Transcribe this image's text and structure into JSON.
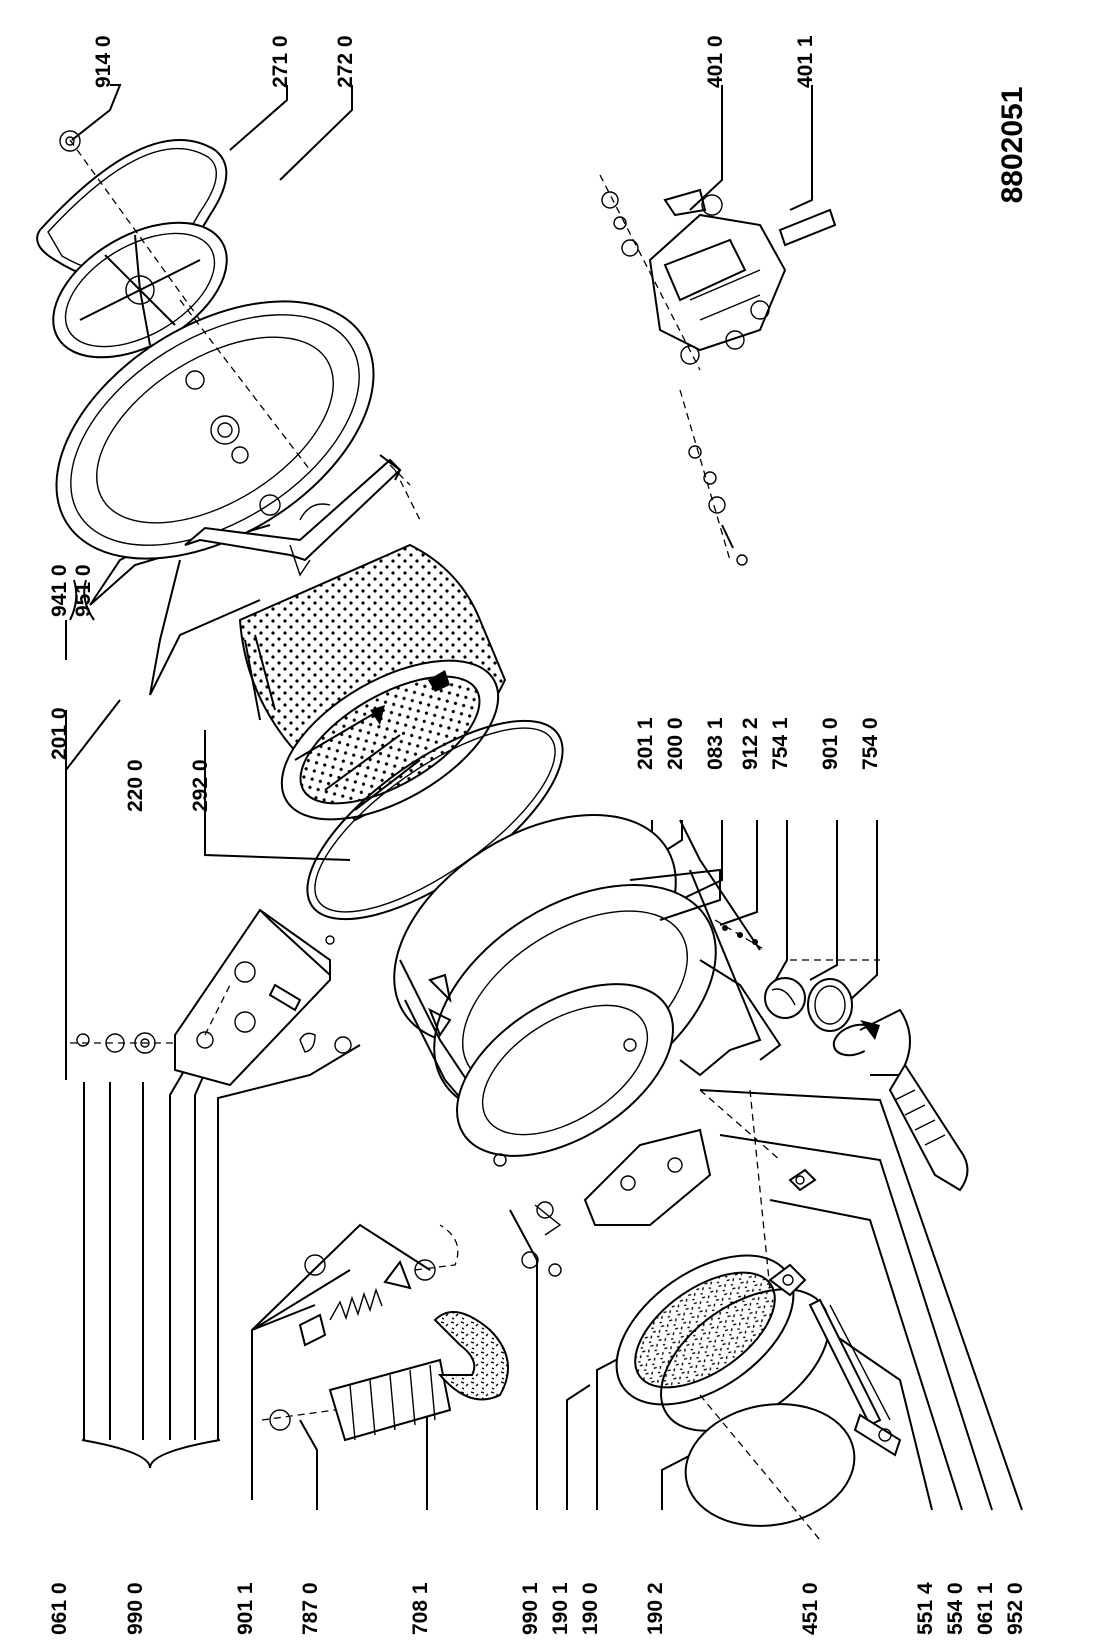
{
  "drawing": {
    "number": "8802051",
    "parts": {
      "p0610a": "061 0",
      "p9900": "990 0",
      "p9011": "901 1",
      "p7870": "787 0",
      "p7081": "708 1",
      "p9901": "990 1",
      "p1901": "190 1",
      "p1900": "190 0",
      "p1902": "190 2",
      "p4510": "451 0",
      "p5514": "551 4",
      "p5540": "554 0",
      "p0611": "061 1",
      "p9520": "952 0",
      "p2010": "201 0",
      "p2200": "220 0",
      "p2920": "292 0",
      "p9410": "941 0",
      "p9510": "951 0",
      "p9140": "914 0",
      "p2710": "271 0",
      "p2720": "272 0",
      "p2011": "201 1",
      "p2000": "200 0",
      "p0831": "083 1",
      "p9122": "912 2",
      "p7541": "754 1",
      "p9010": "901 0",
      "p7540": "754 0",
      "p4010": "401 0",
      "p4011": "401 1"
    }
  }
}
